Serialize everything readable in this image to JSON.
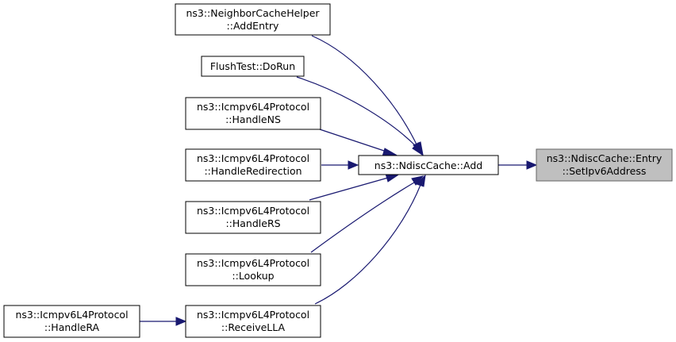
{
  "diagram": {
    "nodes": {
      "neighbor_add_entry": {
        "line1": "ns3::NeighborCacheHelper",
        "line2": "::AddEntry"
      },
      "flush_test": {
        "line1": "FlushTest::DoRun"
      },
      "handle_ns": {
        "line1": "ns3::Icmpv6L4Protocol",
        "line2": "::HandleNS"
      },
      "handle_redirection": {
        "line1": "ns3::Icmpv6L4Protocol",
        "line2": "::HandleRedirection"
      },
      "handle_rs": {
        "line1": "ns3::Icmpv6L4Protocol",
        "line2": "::HandleRS"
      },
      "lookup": {
        "line1": "ns3::Icmpv6L4Protocol",
        "line2": "::Lookup"
      },
      "receive_lla": {
        "line1": "ns3::Icmpv6L4Protocol",
        "line2": "::ReceiveLLA"
      },
      "handle_ra": {
        "line1": "ns3::Icmpv6L4Protocol",
        "line2": "::HandleRA"
      },
      "ndisc_add": {
        "line1": "ns3::NdiscCache::Add"
      },
      "set_ipv6_address": {
        "line1": "ns3::NdiscCache::Entry",
        "line2": "::SetIpv6Address"
      }
    },
    "edges": [
      {
        "from": "ndisc_add",
        "to": "set_ipv6_address"
      },
      {
        "from": "neighbor_add_entry",
        "to": "ndisc_add"
      },
      {
        "from": "flush_test",
        "to": "ndisc_add"
      },
      {
        "from": "handle_ns",
        "to": "ndisc_add"
      },
      {
        "from": "handle_redirection",
        "to": "ndisc_add"
      },
      {
        "from": "handle_rs",
        "to": "ndisc_add"
      },
      {
        "from": "lookup",
        "to": "ndisc_add"
      },
      {
        "from": "receive_lla",
        "to": "ndisc_add"
      },
      {
        "from": "handle_ra",
        "to": "receive_lla"
      }
    ],
    "colors": {
      "edge": "#191970",
      "focus_fill": "#bfbfbf",
      "focus_stroke": "#666666"
    }
  }
}
